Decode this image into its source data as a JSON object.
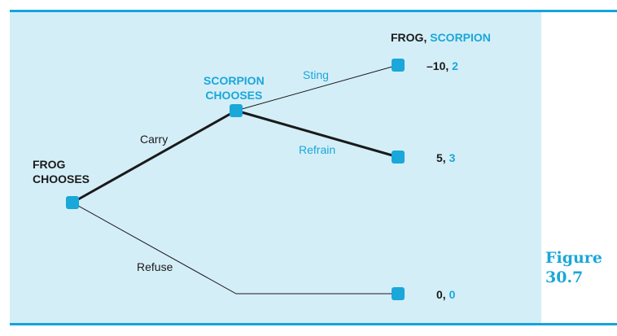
{
  "header": {
    "frog": "FROG",
    "sep": ", ",
    "scorpion": "SCORPION"
  },
  "nodes": {
    "frog_chooses": [
      "FROG",
      "CHOOSES"
    ],
    "scorpion_chooses": [
      "SCORPION",
      "CHOOSES"
    ]
  },
  "branches": {
    "carry": "Carry",
    "refuse": "Refuse",
    "sting": "Sting",
    "refrain": "Refrain"
  },
  "payoffs": [
    {
      "frog": "–10",
      "scorpion": "2"
    },
    {
      "frog": "5",
      "scorpion": "3"
    },
    {
      "frog": "0",
      "scorpion": "0"
    }
  ],
  "figure": {
    "word": "Figure",
    "number": "30.7"
  },
  "colors": {
    "accent": "#1aa7d9",
    "panel": "#d4eef8",
    "line": "#1a1a1a"
  }
}
